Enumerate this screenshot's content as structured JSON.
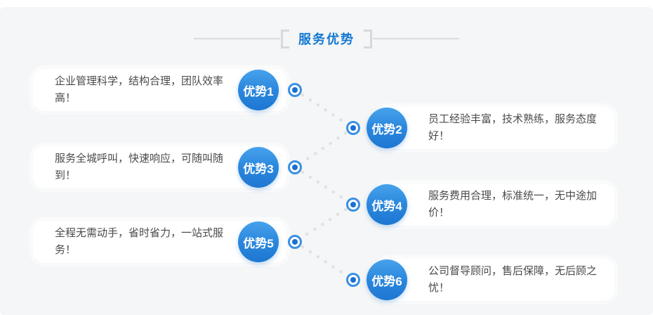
{
  "title": "服务优势",
  "advantages": [
    {
      "label": "优势1",
      "text": "企业管理科学，结构合理，团队效率高！",
      "side": "left"
    },
    {
      "label": "优势2",
      "text": "员工经验丰富，技术熟练，服务态度好！",
      "side": "right"
    },
    {
      "label": "优势3",
      "text": "服务全城呼叫，快速响应，可随叫随到！",
      "side": "left"
    },
    {
      "label": "优势4",
      "text": "服务费用合理，标准统一，无中途加价！",
      "side": "right"
    },
    {
      "label": "优势5",
      "text": "全程无需动手，省时省力，一站式服务！",
      "side": "left"
    },
    {
      "label": "优势6",
      "text": "公司督导顾问，售后保障，无后顾之忧！",
      "side": "right"
    }
  ],
  "colors": {
    "accent_blue": "#1478d2",
    "badge_gradient_top": "#47a2ec",
    "badge_gradient_bottom": "#1e77d2",
    "panel_background": "#f5f6f7",
    "card_background": "#ffffff",
    "dotted_line": "#e1e1e1",
    "body_text": "#4a4a4a"
  }
}
